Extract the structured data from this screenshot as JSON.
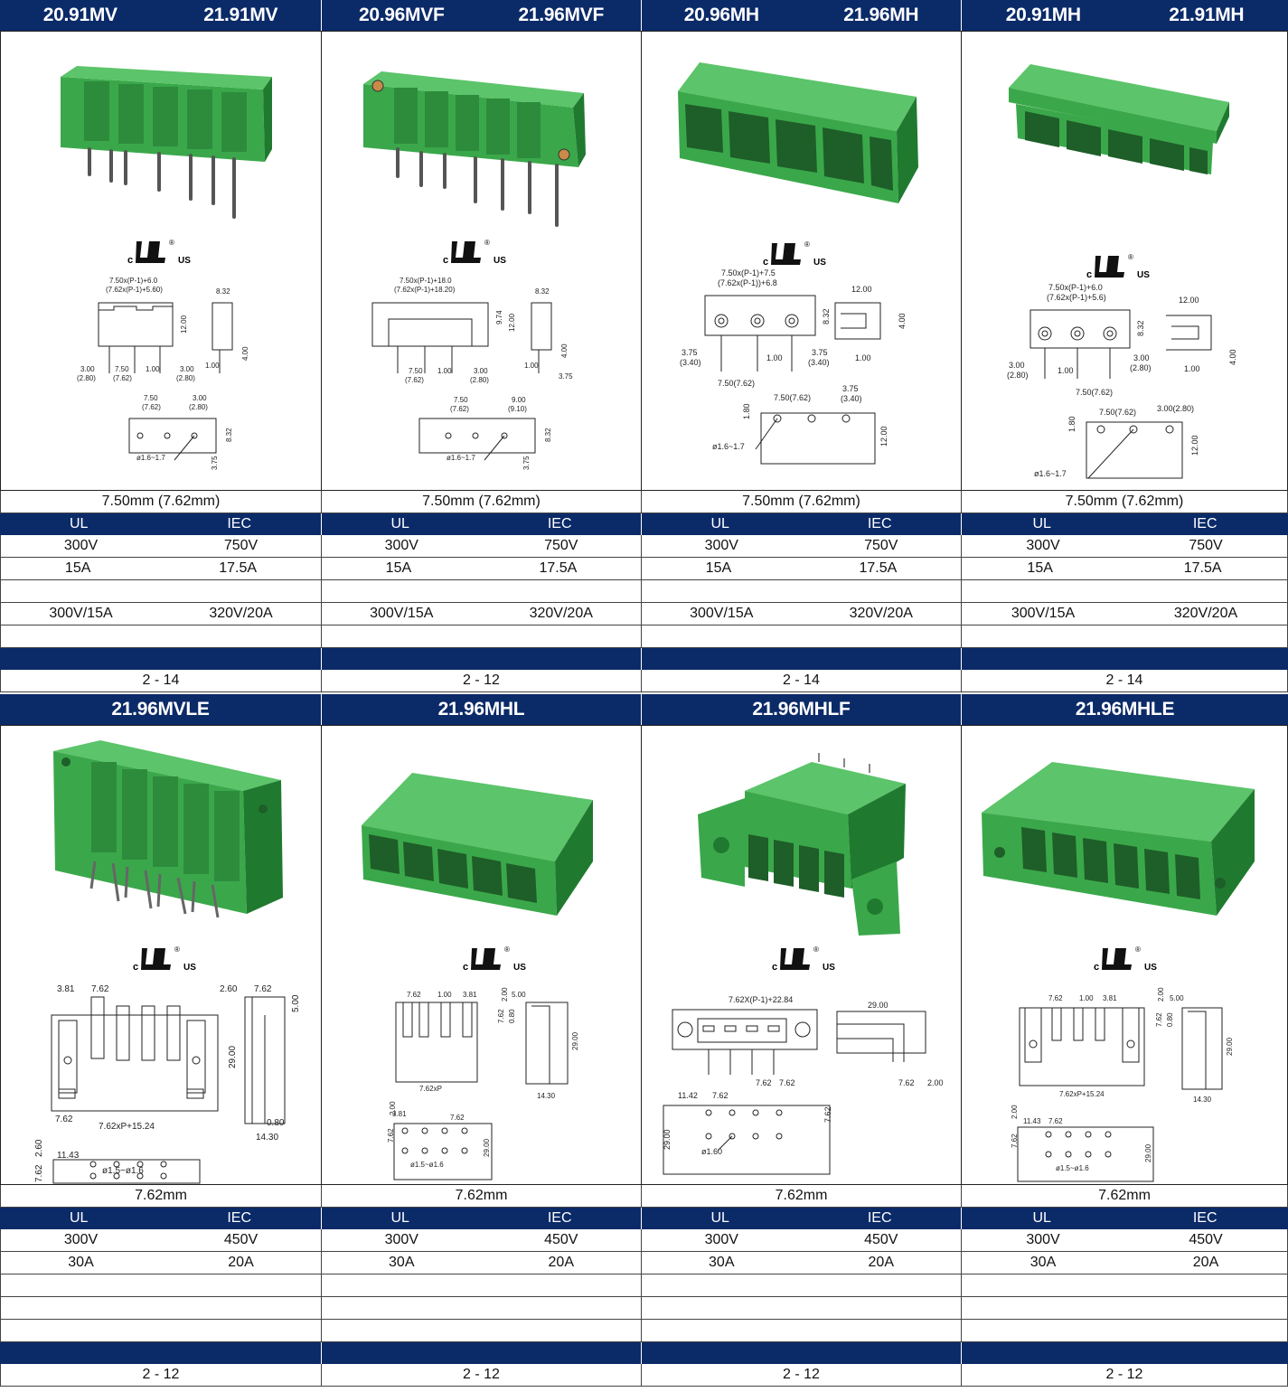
{
  "top": {
    "headers": [
      {
        "left": "20.91MV",
        "right": "21.91MV"
      },
      {
        "left": "20.96MVF",
        "right": "21.96MVF"
      },
      {
        "left": "20.96MH",
        "right": "21.96MH"
      },
      {
        "left": "20.91MH",
        "right": "21.91MH"
      }
    ],
    "drawings": [
      {
        "dim_top": "7.50x(P-1)+6.0",
        "dim_top2": "(7.62x(P-1)+5.60)",
        "d832": "8.32",
        "d1200": "12.00",
        "d400": "4.00",
        "d100": "1.00",
        "d300": "3.00",
        "d280": "(2.80)",
        "d750": "7.50",
        "d762": "(7.62)",
        "hole": "ø1.6~1.7",
        "d375": "3.75"
      },
      {
        "dim_top": "7.50x(P-1)+18.0",
        "dim_top2": "(7.62x(P-1)+18.20)",
        "d832": "8.32",
        "d1200": "12.00",
        "d974": "9.74",
        "d400": "4.00",
        "d100": "1.00",
        "d300": "3.00",
        "d280": "(2.80)",
        "d750": "7.50",
        "d762": "(7.62)",
        "d900": "9.00",
        "d910": "(9.10)",
        "hole": "ø1.6~1.7",
        "d375": "3.75"
      },
      {
        "dim_top": "7.50x(P-1)+7.5",
        "dim_top2": "(7.62x(P-1))+6.8",
        "d1200": "12.00",
        "d832": "8.32",
        "d400": "4.00",
        "d375": "3.75",
        "d340": "(3.40)",
        "d100": "1.00",
        "d75062": "7.50(7.62)",
        "d180": "1.80",
        "hole": "ø1.6~1.7"
      },
      {
        "dim_top": "7.50x(P-1)+6.0",
        "dim_top2": "(7.62x(P-1)+5.6)",
        "d1200": "12.00",
        "d832": "8.32",
        "d400": "4.00",
        "d300": "3.00",
        "d280": "(2.80)",
        "d100": "1.00",
        "d75062": "7.50(7.62)",
        "d30028": "3.00(2.80)",
        "d180": "1.80",
        "hole": "ø1.6~1.7"
      }
    ],
    "pitch": [
      "7.50mm (7.62mm)",
      "7.50mm (7.62mm)",
      "7.50mm (7.62mm)",
      "7.50mm (7.62mm)"
    ],
    "band_labels": {
      "ul": "UL",
      "iec": "IEC"
    },
    "voltage": [
      {
        "ul": "300V",
        "iec": "750V"
      },
      {
        "ul": "300V",
        "iec": "750V"
      },
      {
        "ul": "300V",
        "iec": "750V"
      },
      {
        "ul": "300V",
        "iec": "750V"
      }
    ],
    "current": [
      {
        "ul": "15A",
        "iec": "17.5A"
      },
      {
        "ul": "15A",
        "iec": "17.5A"
      },
      {
        "ul": "15A",
        "iec": "17.5A"
      },
      {
        "ul": "15A",
        "iec": "17.5A"
      }
    ],
    "rating": [
      {
        "ul": "300V/15A",
        "iec": "320V/20A"
      },
      {
        "ul": "300V/15A",
        "iec": "320V/20A"
      },
      {
        "ul": "300V/15A",
        "iec": "320V/20A"
      },
      {
        "ul": "300V/15A",
        "iec": "320V/20A"
      }
    ],
    "poles": [
      "2 - 14",
      "2 - 12",
      "2 - 14",
      "2 - 14"
    ]
  },
  "bottom": {
    "headers": [
      "21.96MVLE",
      "21.96MHL",
      "21.96MHLF",
      "21.96MHLE"
    ],
    "drawings": [
      {
        "a": "3.81",
        "b": "7.62",
        "c": "2.60",
        "d": "7.62",
        "e": "5.00",
        "f": "29.00",
        "g": "7.62",
        "h": "7.62xP+15.24",
        "i": "0.80",
        "j": "14.30",
        "k": "11.43",
        "l": "7.62",
        "m": "2.60",
        "n": "ø1.5~ø1.6"
      },
      {
        "a": "7.62",
        "b": "1.00",
        "c": "3.81",
        "d": "2.00",
        "e": "5.00",
        "f": "7.62",
        "g": "0.80",
        "h": "29.00",
        "i": "7.62xP",
        "j": "14.30",
        "k": "2.00",
        "l": "3.81",
        "m": "7.62",
        "n": "7.62",
        "o": "ø1.5~ø1.6",
        "p": "29.00"
      },
      {
        "a": "7.62X(P-1)+22.84",
        "b": "29.00",
        "c": "7.62",
        "d": "7.62",
        "e": "7.62",
        "f": "2.00",
        "g": "11.42",
        "h": "7.62",
        "i": "7.62",
        "j": "29.00",
        "k": "ø1.60"
      },
      {
        "a": "7.62",
        "b": "1.00",
        "c": "3.81",
        "d": "2.00",
        "e": "5.00",
        "f": "7.62",
        "g": "0.80",
        "h": "29.00",
        "i": "7.62xP+15.24",
        "j": "14.30",
        "k": "2.00",
        "l": "11.43",
        "m": "7.62",
        "n": "7.62",
        "o": "ø1.5~ø1.6",
        "p": "29.00"
      }
    ],
    "pitch": [
      "7.62mm",
      "7.62mm",
      "7.62mm",
      "7.62mm"
    ],
    "band_labels": {
      "ul": "UL",
      "iec": "IEC"
    },
    "voltage": [
      {
        "ul": "300V",
        "iec": "450V"
      },
      {
        "ul": "300V",
        "iec": "450V"
      },
      {
        "ul": "300V",
        "iec": "450V"
      },
      {
        "ul": "300V",
        "iec": "450V"
      }
    ],
    "current": [
      {
        "ul": "30A",
        "iec": "20A"
      },
      {
        "ul": "30A",
        "iec": "20A"
      },
      {
        "ul": "30A",
        "iec": "20A"
      },
      {
        "ul": "30A",
        "iec": "20A"
      }
    ],
    "poles": [
      "2 - 12",
      "2 - 12",
      "2 - 12",
      "2 - 12"
    ]
  },
  "ul_mark": {
    "c": "c",
    "us": "US",
    "reg": "®"
  },
  "colors": {
    "header_bg": "#0b2a68",
    "connector_green": "#3aa84a",
    "connector_dark": "#1f7a30",
    "connector_light": "#5cc46a"
  }
}
